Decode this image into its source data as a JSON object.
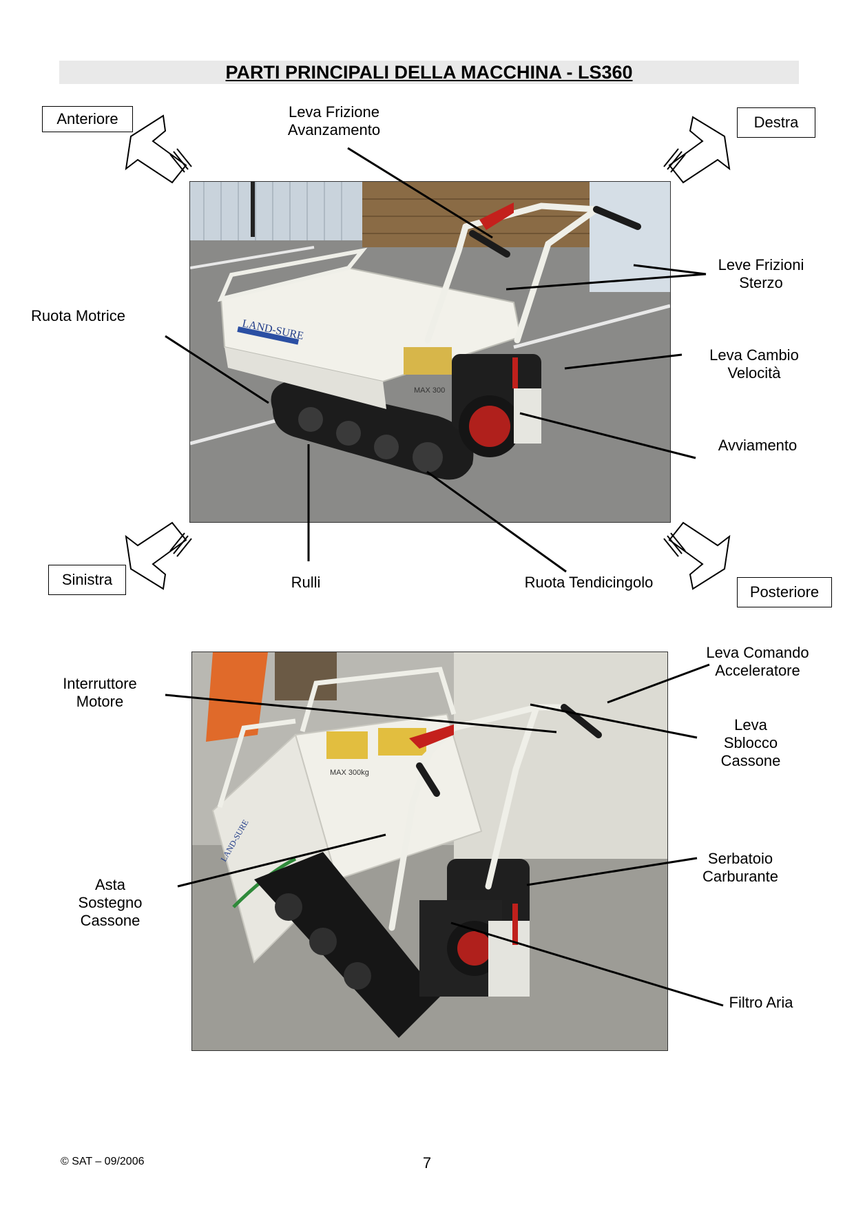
{
  "title": "PARTI PRINCIPALI DELLA MACCHINA - LS360",
  "directions": {
    "front": "Anteriore",
    "right": "Destra",
    "left": "Sinistra",
    "rear": "Posteriore"
  },
  "photo1_labels": {
    "clutch_advance_1": "Leva Frizione",
    "clutch_advance_2": "Avanzamento",
    "steering_1": "Leve Frizioni",
    "steering_2": "Sterzo",
    "drive_wheel": "Ruota Motrice",
    "gear_1": "Leva Cambio",
    "gear_2": "Velocità",
    "start": "Avviamento",
    "rollers": "Rulli",
    "tensioner": "Ruota Tendicingolo"
  },
  "photo2_labels": {
    "throttle_1": "Leva Comando",
    "throttle_2": "Acceleratore",
    "switch_1": "Interruttore",
    "switch_2": "Motore",
    "release_1": "Leva",
    "release_2": "Sblocco",
    "release_3": "Cassone",
    "rod_1": "Asta",
    "rod_2": "Sostegno",
    "rod_3": "Cassone",
    "tank_1": "Serbatoio",
    "tank_2": "Carburante",
    "filter": "Filtro Aria"
  },
  "photo1_decal": "LAND-SURE",
  "photo1_capacity": "MAX 300",
  "photo2_decal": "LAND-SURE",
  "photo2_capacity": "MAX 300kg",
  "footer": {
    "copyright": "© SAT – 09/2006",
    "page": "7"
  }
}
